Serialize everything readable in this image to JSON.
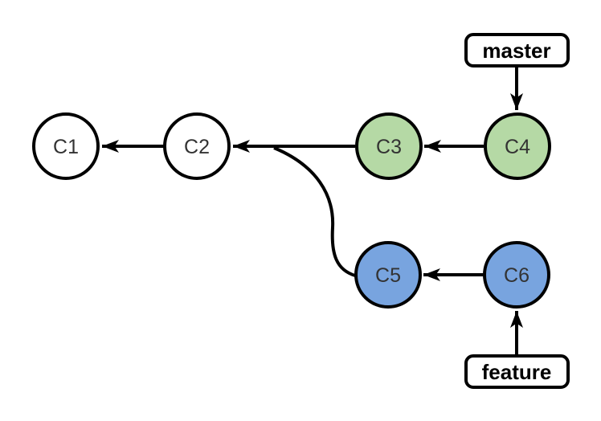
{
  "diagram": {
    "type": "git-commit-graph",
    "background": "#ffffff",
    "nodes": [
      {
        "id": "C1",
        "label": "C1",
        "fill": "#ffffff",
        "branch": "master"
      },
      {
        "id": "C2",
        "label": "C2",
        "fill": "#ffffff",
        "branch": "master"
      },
      {
        "id": "C3",
        "label": "C3",
        "fill": "#b5d9a5",
        "branch": "master"
      },
      {
        "id": "C4",
        "label": "C4",
        "fill": "#b5d9a5",
        "branch": "master"
      },
      {
        "id": "C5",
        "label": "C5",
        "fill": "#78a4df",
        "branch": "feature"
      },
      {
        "id": "C6",
        "label": "C6",
        "fill": "#78a4df",
        "branch": "feature"
      }
    ],
    "edges": [
      {
        "from": "C2",
        "to": "C1"
      },
      {
        "from": "C3",
        "to": "C2"
      },
      {
        "from": "C4",
        "to": "C3"
      },
      {
        "from": "C5",
        "to": "C2"
      },
      {
        "from": "C6",
        "to": "C5"
      }
    ],
    "branches": [
      {
        "name": "master",
        "points_to": "C4"
      },
      {
        "name": "feature",
        "points_to": "C6"
      }
    ],
    "colors": {
      "node_stroke": "#000000",
      "node_label": "#333333",
      "master_node_fill": "#b5d9a5",
      "feature_node_fill": "#78a4df",
      "edge": "#000000",
      "branch_label_text": "#000000",
      "branch_box_fill": "#ffffff"
    }
  }
}
